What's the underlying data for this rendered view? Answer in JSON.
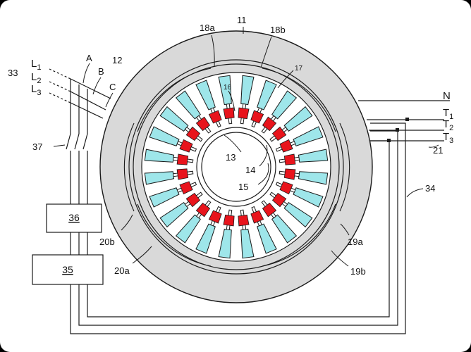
{
  "colors": {
    "housing": "#d9d9d9",
    "slot": "#9ee6ea",
    "rotor_bar": "#e8141c",
    "line": "#1a1a1a",
    "background": "#ffffff"
  },
  "slots": {
    "stator_count": 24,
    "rotor_count": 24
  },
  "labels": {
    "l11": "11",
    "l12": "12",
    "l33": "33",
    "l13": "13",
    "l14": "14",
    "l15": "15",
    "l16": "16",
    "l17": "17",
    "l18a": "18a",
    "l18b": "18b",
    "l19a": "19a",
    "l19b": "19b",
    "l20a": "20a",
    "l20b": "20b",
    "l21": "21",
    "l34": "34",
    "l37": "37",
    "lA": "A",
    "lB": "B",
    "lC": "C",
    "lN": "N",
    "L1": "L",
    "L1s": "1",
    "L2": "L",
    "L2s": "2",
    "L3": "L",
    "L3s": "3",
    "T1": "T",
    "T1s": "1",
    "T2": "T",
    "T2s": "2",
    "T3": "T",
    "T3s": "3"
  },
  "boxes": {
    "b36": "36",
    "b35": "35"
  }
}
